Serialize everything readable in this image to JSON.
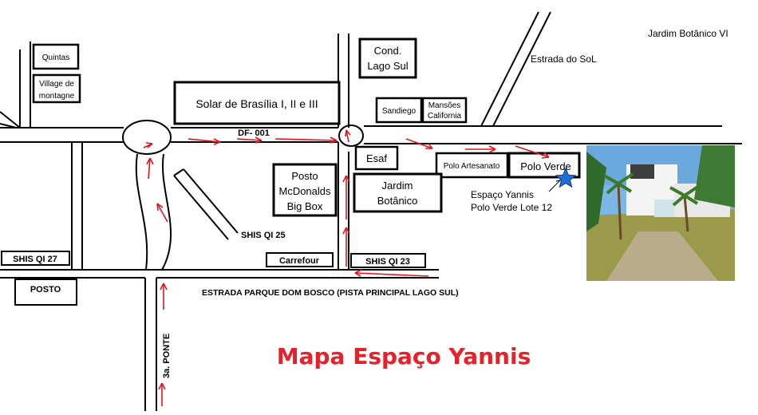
{
  "title": "Mapa Espaço Yannis",
  "colors": {
    "arrow": "#e0141e",
    "title": "#e8202a",
    "star": "#1f6fd1"
  },
  "labels": {
    "quintas": "Quintas",
    "village_l1": "Village de",
    "village_l2": "montagne",
    "solar": "Solar de Brasília I, II e III",
    "cond_l1": "Cond.",
    "cond_l2": "Lago Sul",
    "sandiego": "Sandiego",
    "mansoes_l1": "Mansões",
    "mansoes_l2": "California",
    "estrada_sol": "Estrada do SoL",
    "jardim_vi": "Jardim Botânico VI",
    "df001": "DF- 001",
    "esaf": "Esaf",
    "polo_artesanato": "Polo Artesanato",
    "polo_verde": "Polo Verde",
    "jardim_l1": "Jardim",
    "jardim_l2": "Botânico",
    "posto_mc_l1": "Posto",
    "posto_mc_l2": "McDonalds",
    "posto_mc_l3": "Big Box",
    "yannis_l1": "Espaço Yannis",
    "yannis_l2": "Polo Verde Lote 12",
    "shis25": "SHIS QI 25",
    "shis27": "SHIS QI 27",
    "posto": "POSTO",
    "carrefour": "Carrefour",
    "shis23": "SHIS QI 23",
    "estrada_parque": "ESTRADA PARQUE DOM BOSCO (PISTA PRINCIPAL LAGO SUL)",
    "ponte": "3a. PONTE"
  }
}
